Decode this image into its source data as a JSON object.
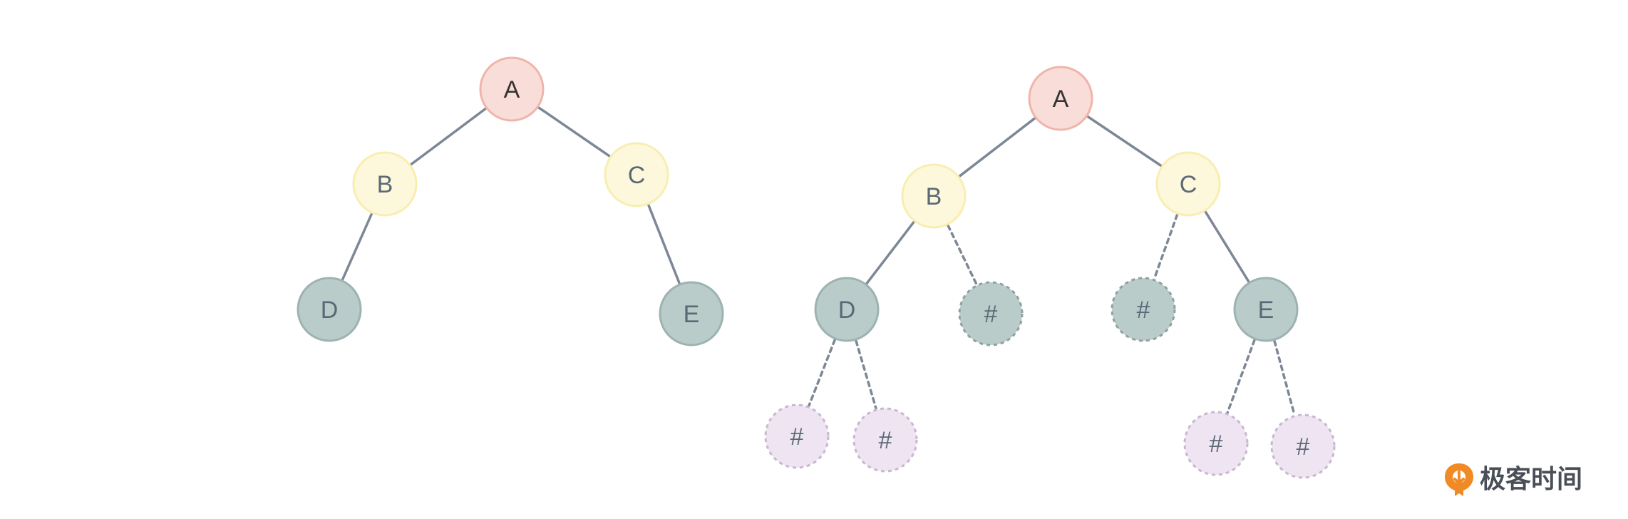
{
  "colors": {
    "edge": "#7d8796",
    "text_dark": "#333333",
    "text": "#5c6876",
    "root_fill": "#f9ddd8",
    "root_stroke": "#f0b5aa",
    "mid_fill": "#fdf8dc",
    "mid_stroke": "#f8eeb2",
    "leaf_fill": "#b9ccca",
    "leaf_stroke": "#9db3b1",
    "null_leaf_fill": "#b9ccca",
    "null_leaf_stroke": "#8fa2a0",
    "null_fill": "#efe5f2",
    "null_stroke": "#c9b7d1"
  },
  "trees": [
    {
      "name": "original-tree",
      "nodes": [
        {
          "id": "A",
          "label": "A",
          "kind": "root"
        },
        {
          "id": "B",
          "label": "B",
          "kind": "mid"
        },
        {
          "id": "C",
          "label": "C",
          "kind": "mid"
        },
        {
          "id": "D",
          "label": "D",
          "kind": "leaf"
        },
        {
          "id": "E",
          "label": "E",
          "kind": "leaf"
        }
      ],
      "edges": [
        {
          "from": "A",
          "to": "B",
          "style": "solid"
        },
        {
          "from": "A",
          "to": "C",
          "style": "solid"
        },
        {
          "from": "B",
          "to": "D",
          "style": "solid"
        },
        {
          "from": "C",
          "to": "E",
          "style": "solid"
        }
      ]
    },
    {
      "name": "extended-tree",
      "nodes": [
        {
          "id": "A2",
          "label": "A",
          "kind": "root"
        },
        {
          "id": "B2",
          "label": "B",
          "kind": "mid"
        },
        {
          "id": "C2",
          "label": "C",
          "kind": "mid"
        },
        {
          "id": "D2",
          "label": "D",
          "kind": "leaf"
        },
        {
          "id": "E2",
          "label": "E",
          "kind": "leaf"
        },
        {
          "id": "N1",
          "label": "#",
          "kind": "null-leaf"
        },
        {
          "id": "N2",
          "label": "#",
          "kind": "null-leaf"
        },
        {
          "id": "N3",
          "label": "#",
          "kind": "null"
        },
        {
          "id": "N4",
          "label": "#",
          "kind": "null"
        },
        {
          "id": "N5",
          "label": "#",
          "kind": "null"
        },
        {
          "id": "N6",
          "label": "#",
          "kind": "null"
        }
      ],
      "edges": [
        {
          "from": "A2",
          "to": "B2",
          "style": "solid"
        },
        {
          "from": "A2",
          "to": "C2",
          "style": "solid"
        },
        {
          "from": "B2",
          "to": "D2",
          "style": "solid"
        },
        {
          "from": "B2",
          "to": "N1",
          "style": "dashed"
        },
        {
          "from": "C2",
          "to": "N2",
          "style": "dashed"
        },
        {
          "from": "C2",
          "to": "E2",
          "style": "solid"
        },
        {
          "from": "D2",
          "to": "N3",
          "style": "dashed"
        },
        {
          "from": "D2",
          "to": "N4",
          "style": "dashed"
        },
        {
          "from": "E2",
          "to": "N5",
          "style": "dashed"
        },
        {
          "from": "E2",
          "to": "N6",
          "style": "dashed"
        }
      ]
    }
  ],
  "brand": {
    "logo_icon": "geektime-logo-icon",
    "name": "极客时间"
  }
}
